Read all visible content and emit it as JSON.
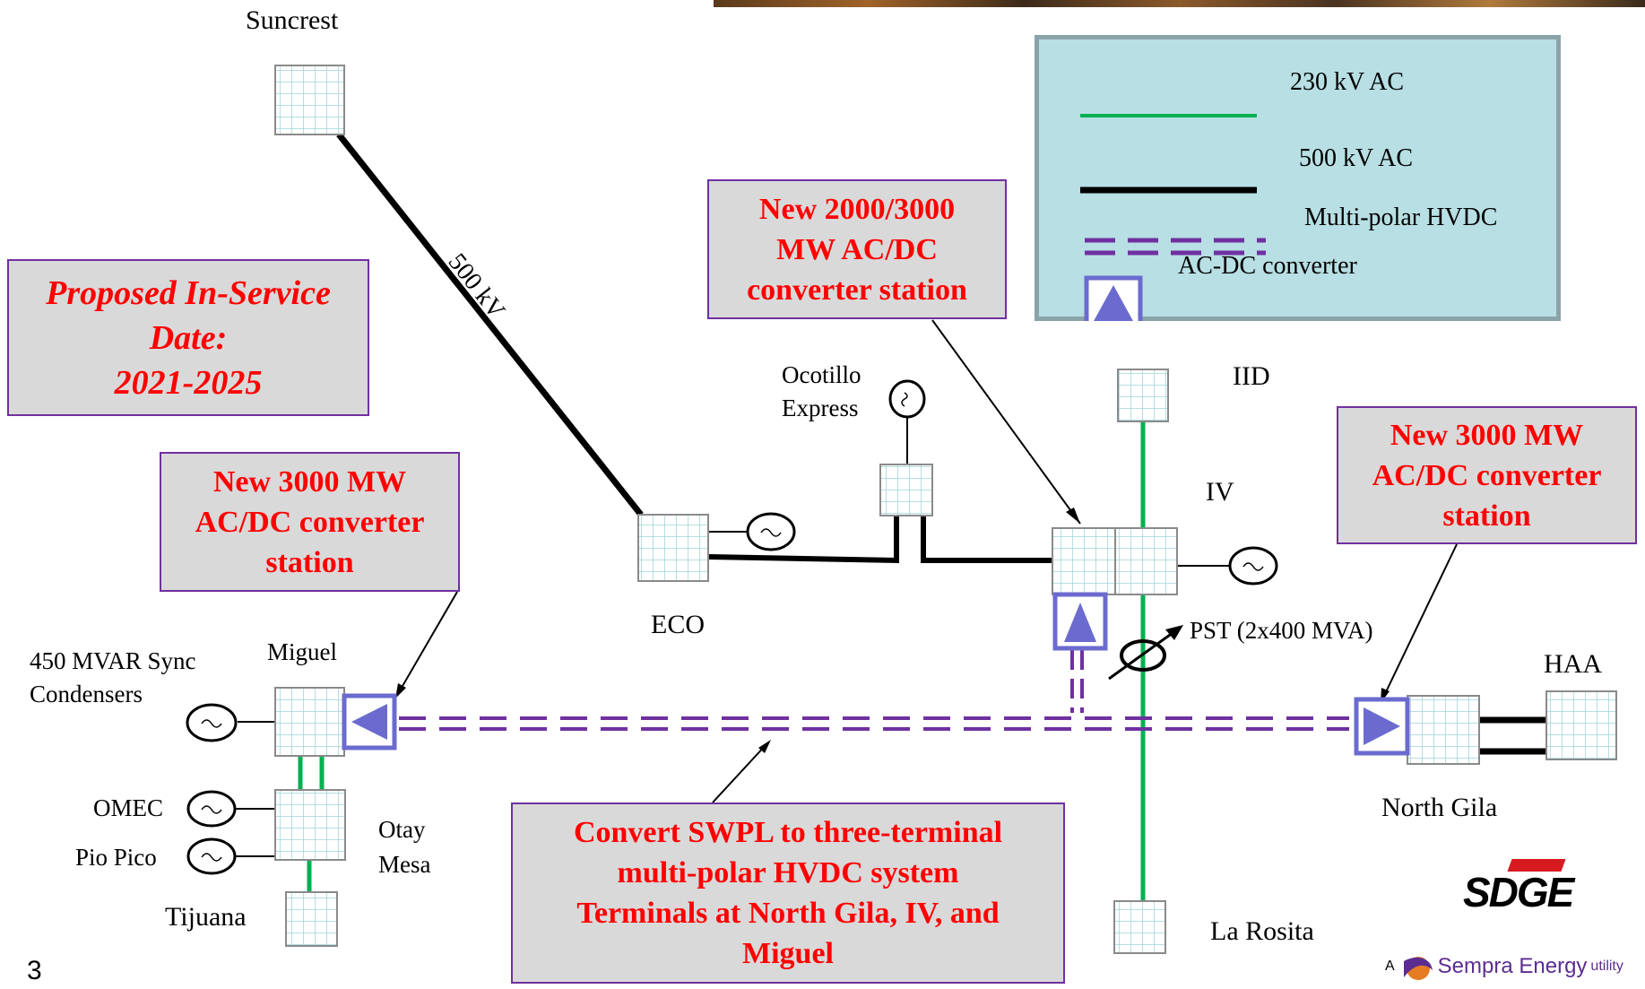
{
  "nodes": {
    "suncrest": "Suncrest",
    "eco": "ECO",
    "ocotillo": [
      "Ocotillo",
      "Express"
    ],
    "iid": "IID",
    "iv": "IV",
    "miguel": "Miguel",
    "sync": [
      "450 MVAR Sync",
      "Condensers"
    ],
    "omec": "OMEC",
    "pio_pico": "Pio Pico",
    "otay_mesa": [
      "Otay",
      "Mesa"
    ],
    "tijuana": "Tijuana",
    "la_rosita": "La Rosita",
    "north_gila": "North Gila",
    "haa": "HAA",
    "pst": "PST (2x400 MVA)"
  },
  "line_label": "500 kV",
  "callouts": {
    "in_service": [
      "Proposed In-Service",
      "Date:",
      "2021-2025"
    ],
    "converter_iv": [
      "New 2000/3000",
      "MW AC/DC",
      "converter station"
    ],
    "converter_miguel": [
      "New 3000 MW",
      "AC/DC converter",
      "station"
    ],
    "converter_gila": [
      "New 3000 MW",
      "AC/DC converter",
      "station"
    ],
    "swpl": [
      "Convert SWPL to three-terminal",
      "multi-polar HVDC system",
      "Terminals at North Gila, IV, and",
      "Miguel"
    ]
  },
  "legend": {
    "ac230": "230 kV AC",
    "ac500": "500 kV AC",
    "hvdc": "Multi-polar HVDC",
    "converter": "AC-DC converter"
  },
  "page_number": "3",
  "logo": {
    "sdge": "SDGE",
    "sempra_prefix": "A",
    "sempra": "Sempra Energy",
    "sempra_suffix": "utility"
  },
  "colors": {
    "ac230": "#00b050",
    "ac500": "#000000",
    "hvdc": "#7030a0",
    "converter_fill": "#6b6bcf",
    "callout_text": "#ff0000",
    "legend_bg": "#b7dfe4"
  }
}
